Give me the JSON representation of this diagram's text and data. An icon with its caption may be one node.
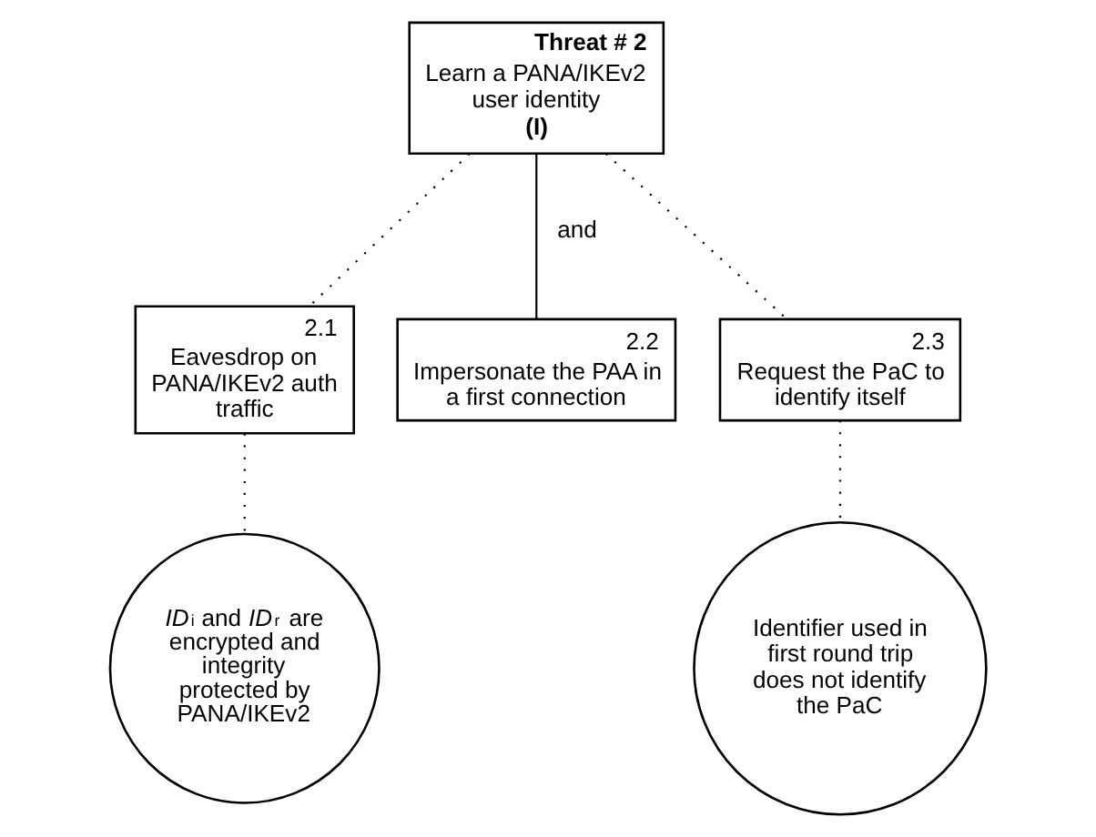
{
  "diagram": {
    "nodes": [
      {
        "text": [
          "Threat # 2",
          "Learn a PANA/IKEv2 user identity",
          "(I)"
        ]
      },
      {
        "text": [
          "2.1",
          "Eavesdrop on PANA/IKEv2 auth traffic"
        ]
      },
      {
        "text": [
          "2.2",
          "Impersonate the PAA in a first connection"
        ]
      },
      {
        "text": [
          "2.3",
          "Request the PaC to identify itself"
        ]
      },
      {
        "text": [
          "*ID*$_{i}$ and *ID*$_{r}$ are encrypted and integrity protected by PANA/IKEv2"
        ]
      },
      {
        "text": [
          "Identifier used in first round trip does not identify the PaC"
        ]
      }
    ],
    "edges": [
      {
        "from": 0,
        "to": 1,
        "arrow": "none",
        "style": "dashed"
      },
      {
        "from": 0,
        "to": 2,
        "arrow": "none",
        "label": "and"
      },
      {
        "from": 0,
        "to": 3,
        "arrow": "none",
        "style": "dashed"
      },
      {
        "from": 1,
        "to": 4,
        "arrow": "none",
        "style": "dashed"
      },
      {
        "from": 3,
        "to": 5,
        "arrow": "none",
        "style": "dashed"
      }
    ]
  }
}
